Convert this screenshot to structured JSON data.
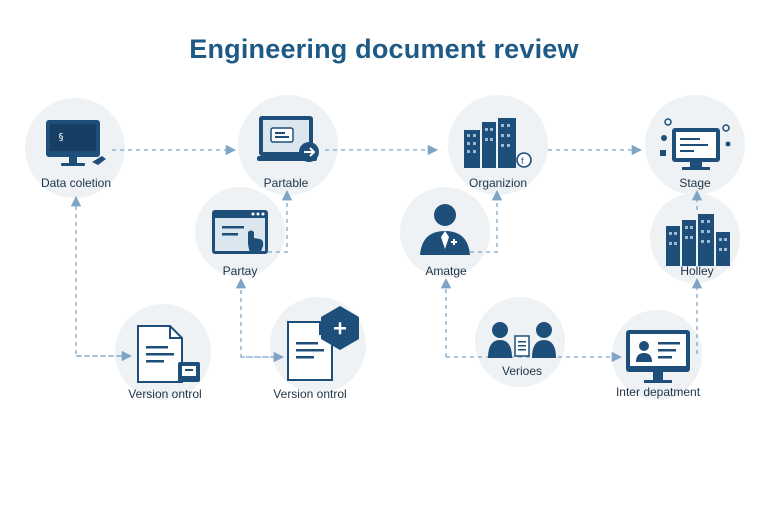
{
  "title": "Engineering document review",
  "nodes": {
    "data_collection": {
      "label": "Data coletion",
      "icon": "monitor-icon"
    },
    "partable": {
      "label": "Partable",
      "icon": "laptop-chat-icon"
    },
    "organization": {
      "label": "Organizion",
      "icon": "office-buildings-icon"
    },
    "stage": {
      "label": "Stage",
      "icon": "workstation-icon"
    },
    "partay": {
      "label": "Partay",
      "icon": "browser-touch-icon"
    },
    "amatge": {
      "label": "Amatge",
      "icon": "person-icon"
    },
    "holley": {
      "label": "Holley",
      "icon": "buildings-icon"
    },
    "version_control_1": {
      "label": "Version ontrol",
      "icon": "document-icon"
    },
    "version_control_2": {
      "label": "Version ontrol",
      "icon": "document-add-icon"
    },
    "verioes": {
      "label": "Verioes",
      "icon": "people-icon"
    },
    "inter_department": {
      "label": "Inter depatment",
      "icon": "monitor-profile-icon"
    }
  },
  "colors": {
    "title": "#1e5a86",
    "icon": "#1e4f7a",
    "connector": "#7fa5c6",
    "label": "#1f3347"
  }
}
